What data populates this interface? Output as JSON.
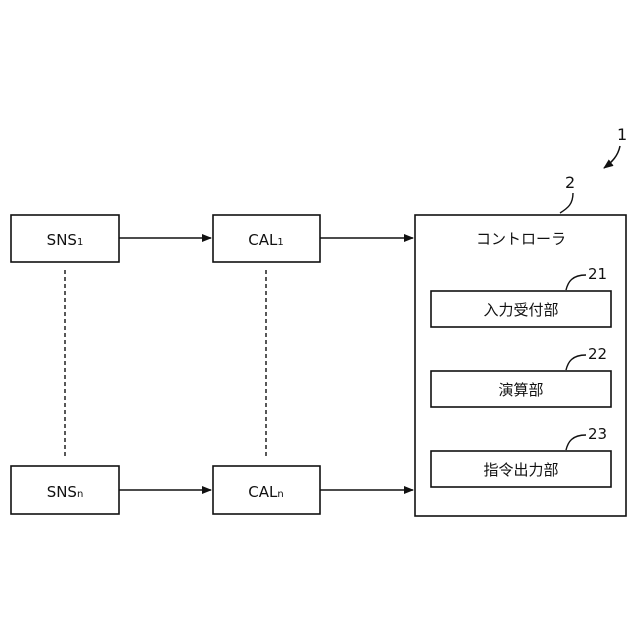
{
  "diagram": {
    "system_ref": "1",
    "sensors": [
      {
        "base": "SNS",
        "sub": "1"
      },
      {
        "base": "SNS",
        "sub": "n"
      }
    ],
    "calculators": [
      {
        "base": "CAL",
        "sub": "1"
      },
      {
        "base": "CAL",
        "sub": "n"
      }
    ],
    "controller": {
      "ref": "2",
      "title": "コントローラ",
      "units": [
        {
          "ref": "21",
          "label": "入力受付部"
        },
        {
          "ref": "22",
          "label": "演算部"
        },
        {
          "ref": "23",
          "label": "指令出力部"
        }
      ]
    }
  }
}
